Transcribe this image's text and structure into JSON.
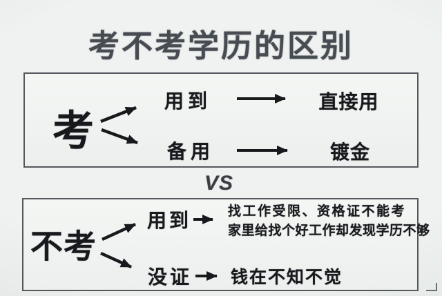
{
  "title": "考不考学历的区别",
  "vs_label": "VS",
  "take_exam": {
    "subject": "考",
    "branch1": {
      "condition": "用到",
      "result": "直接用"
    },
    "branch2": {
      "condition": "备用",
      "result": "镀金"
    }
  },
  "no_exam": {
    "subject": "不考",
    "branch1": {
      "condition": "用到",
      "result_line1": "找工作受限、资格证不能考",
      "result_line2": "家里给找个好工作却发现学历不够"
    },
    "branch2": {
      "condition": "没证",
      "result": "钱在不知不觉"
    }
  },
  "colors": {
    "background": "#e7ebe9",
    "panel": "#f2f4f2",
    "border": "#54585c",
    "text": "#17191c",
    "title": "#474c52"
  }
}
